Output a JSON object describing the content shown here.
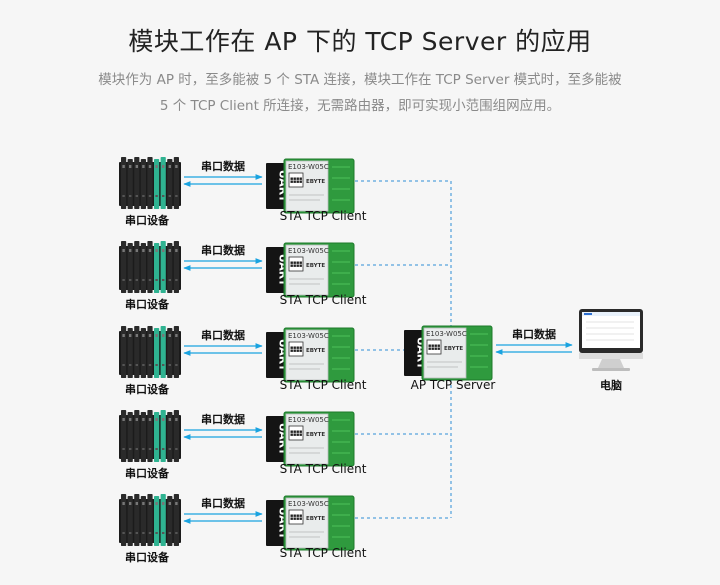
{
  "header": {
    "title": "模块工作在 AP 下的 TCP Server 的应用",
    "desc_line1": "模块作为 AP 时，至多能被 5 个 STA 连接，模块工作在 TCP Server 模式时，至多能被",
    "desc_line2": "5 个 TCP Client 所连接，无需路由器，即可实现小范围组网应用。"
  },
  "clients": [
    {
      "device_label": "串口设备",
      "link_label": "串口数据",
      "interface": "UART",
      "module_model": "E103-W05C",
      "module_brand": "EBYTE",
      "role_label": "STA  TCP  Client"
    },
    {
      "device_label": "串口设备",
      "link_label": "串口数据",
      "interface": "UART",
      "module_model": "E103-W05C",
      "module_brand": "EBYTE",
      "role_label": "STA  TCP  Client"
    },
    {
      "device_label": "串口设备",
      "link_label": "串口数据",
      "interface": "UART",
      "module_model": "E103-W05C",
      "module_brand": "EBYTE",
      "role_label": "STA  TCP  Client"
    },
    {
      "device_label": "串口设备",
      "link_label": "串口数据",
      "interface": "UART",
      "module_model": "E103-W05C",
      "module_brand": "EBYTE",
      "role_label": "STA  TCP  Client"
    },
    {
      "device_label": "串口设备",
      "link_label": "串口数据",
      "interface": "UART",
      "module_model": "E103-W05C",
      "module_brand": "EBYTE",
      "role_label": "STA  TCP  Client"
    }
  ],
  "server": {
    "interface": "UART",
    "module_model": "E103-W05C",
    "module_brand": "EBYTE",
    "role_label": "AP TCP Server",
    "link_label": "串口数据",
    "pc_label": "电脑"
  },
  "colors": {
    "arrow": "#1aa3e0",
    "dashed_link": "#2d8fd6",
    "pcb_green": "#2f9a3e",
    "device_teal": "#2fb391"
  }
}
